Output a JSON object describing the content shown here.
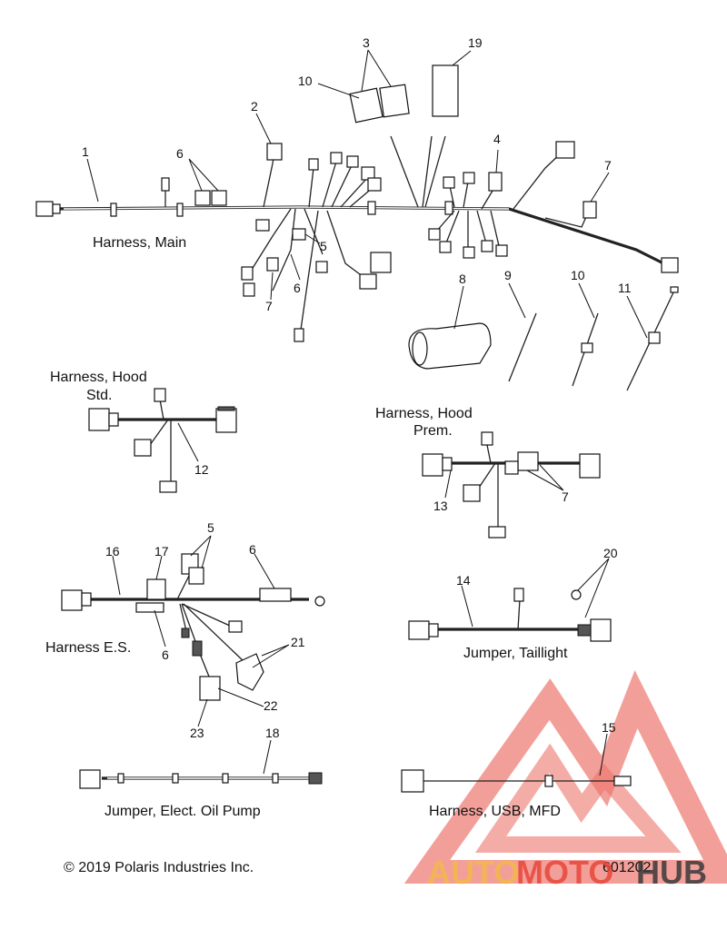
{
  "callouts": {
    "n1": "1",
    "n2": "2",
    "n3": "3",
    "n4": "4",
    "n5a": "5",
    "n5b": "5",
    "n6a": "6",
    "n6b": "6",
    "n6c": "6",
    "n6d": "6",
    "n7a": "7",
    "n7b": "7",
    "n7c": "7",
    "n8": "8",
    "n9": "9",
    "n10a": "10",
    "n10b": "10",
    "n11": "11",
    "n12": "12",
    "n13": "13",
    "n14": "14",
    "n15": "15",
    "n16": "16",
    "n17": "17",
    "n18": "18",
    "n19": "19",
    "n20": "20",
    "n21": "21",
    "n22": "22",
    "n23": "23"
  },
  "captions": {
    "main": "Harness, Main",
    "hood_std_1": "Harness, Hood",
    "hood_std_2": "Std.",
    "hood_prem_1": "Harness, Hood",
    "hood_prem_2": "Prem.",
    "es": "Harness E.S.",
    "taillight": "Jumper, Taillight",
    "oil_pump": "Jumper, Elect. Oil Pump",
    "usb": "Harness, USB, MFD"
  },
  "footer": {
    "copyright": "© 2019 Polaris Industries Inc.",
    "figure_number": "601202"
  },
  "watermark": {
    "text_auto": "AUTO",
    "text_moto": "MOTO",
    "text_hub": "HUB",
    "color_triangle": "#e8473c",
    "color_gold": "#f2b84b",
    "color_dark": "#3a3a3a"
  }
}
